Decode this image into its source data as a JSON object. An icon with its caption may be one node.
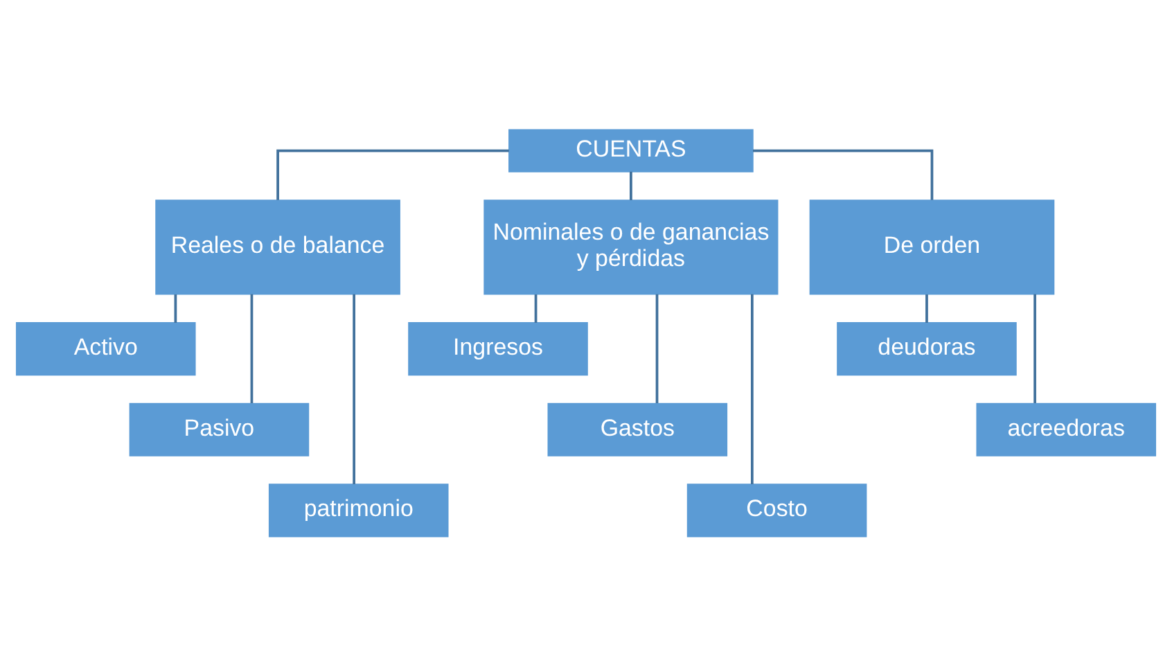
{
  "diagram": {
    "nodes": [
      {
        "text": [
          "CUENTAS"
        ]
      },
      {
        "text": [
          "Reales o de balance"
        ]
      },
      {
        "text": [
          "Nominales o de ganancias y pérdidas"
        ]
      },
      {
        "text": [
          "De orden"
        ]
      },
      {
        "text": [
          "Activo"
        ]
      },
      {
        "text": [
          "Pasivo"
        ]
      },
      {
        "text": [
          "patrimonio"
        ]
      },
      {
        "text": [
          "Ingresos"
        ]
      },
      {
        "text": [
          "Gastos"
        ]
      },
      {
        "text": [
          "Costo"
        ]
      },
      {
        "text": [
          "deudoras"
        ]
      },
      {
        "text": [
          "acreedoras"
        ]
      }
    ],
    "edges": [
      {
        "from": 0,
        "to": 1,
        "arrow": "none"
      },
      {
        "from": 0,
        "to": 2,
        "arrow": "none"
      },
      {
        "from": 0,
        "to": 3,
        "arrow": "none"
      },
      {
        "from": 1,
        "to": 4,
        "arrow": "none"
      },
      {
        "from": 1,
        "to": 5,
        "arrow": "none"
      },
      {
        "from": 1,
        "to": 6,
        "arrow": "none"
      },
      {
        "from": 2,
        "to": 7,
        "arrow": "none"
      },
      {
        "from": 2,
        "to": 8,
        "arrow": "none"
      },
      {
        "from": 2,
        "to": 9,
        "arrow": "none"
      },
      {
        "from": 3,
        "to": 10,
        "arrow": "none"
      },
      {
        "from": 3,
        "to": 11,
        "arrow": "none"
      }
    ]
  }
}
